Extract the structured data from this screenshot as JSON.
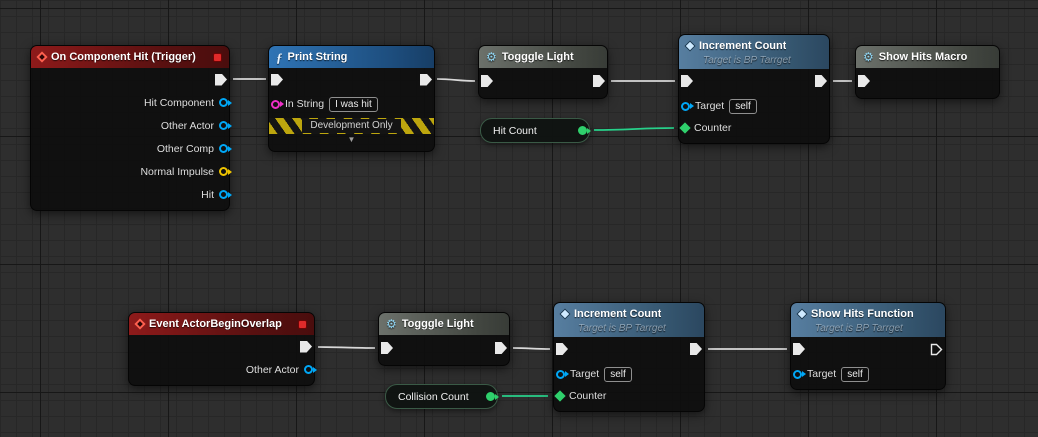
{
  "colors": {
    "canvas_bg": "#2e2e2e",
    "event_header": "#8e1a1a",
    "function_header": "#2f74b5",
    "call_header": "#577ea0",
    "macro_header": "#6c716b",
    "exec_wire": "#d9d9d9",
    "data_wire": "#27d08a",
    "pin_object": "#00a7f6",
    "pin_string": "#ee2fc8",
    "pin_vector": "#eec400",
    "pin_counter": "#2fd06c",
    "breakpoint_red": "#e02a2a"
  },
  "icons": {
    "function": "ƒ",
    "gear": "⚙",
    "collapse_arrow": "▼"
  },
  "nodes": {
    "on_component_hit": {
      "title": "On Component Hit (Trigger)",
      "pins": {
        "hit_component": "Hit Component",
        "other_actor": "Other Actor",
        "other_comp": "Other Comp",
        "normal_impulse": "Normal Impulse",
        "hit": "Hit"
      }
    },
    "print_string": {
      "title": "Print String",
      "in_string_label": "In String",
      "in_string_value": "I was hit",
      "banner": "Development Only"
    },
    "toggle_light_top": {
      "title": "Togggle Light"
    },
    "increment_count_top": {
      "title": "Increment Count",
      "subtitle": "Target is BP Tarrget",
      "target_label": "Target",
      "target_value": "self",
      "counter_label": "Counter"
    },
    "show_hits_macro": {
      "title": "Show Hits Macro"
    },
    "hit_count_var": {
      "label": "Hit Count"
    },
    "event_actor_begin_overlap": {
      "title": "Event ActorBeginOverlap",
      "other_actor_label": "Other Actor"
    },
    "toggle_light_bottom": {
      "title": "Togggle Light"
    },
    "increment_count_bottom": {
      "title": "Increment Count",
      "subtitle": "Target is BP Tarrget",
      "target_label": "Target",
      "target_value": "self",
      "counter_label": "Counter"
    },
    "show_hits_function": {
      "title": "Show Hits Function",
      "subtitle": "Target is BP Tarrget",
      "target_label": "Target",
      "target_value": "self"
    },
    "collision_count_var": {
      "label": "Collision Count"
    }
  }
}
